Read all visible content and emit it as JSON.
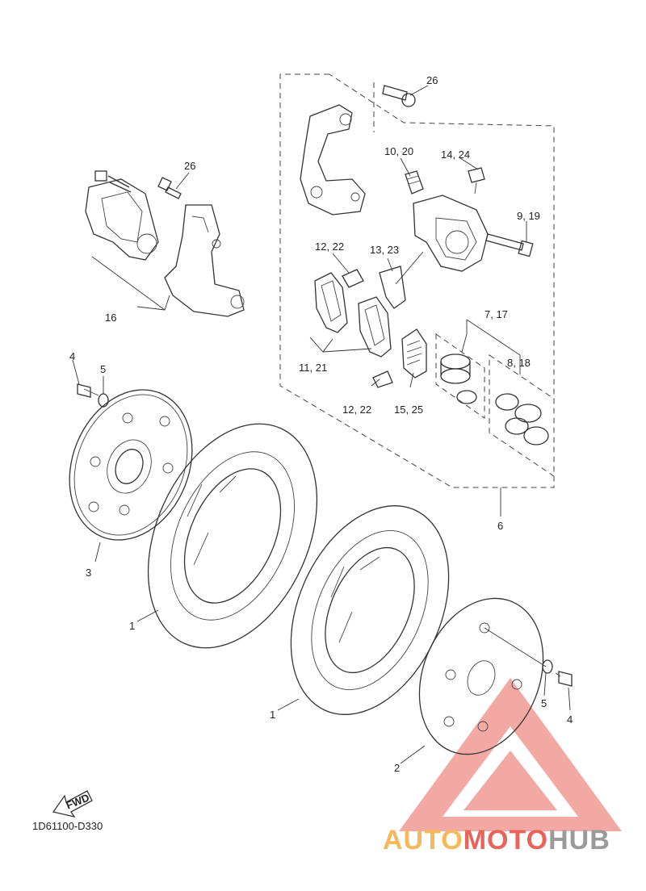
{
  "labels": {
    "l26a": "26",
    "l26b": "26",
    "l10_20": "10, 20",
    "l14_24": "14, 24",
    "l9_19": "9, 19",
    "l12_22a": "12, 22",
    "l13_23": "13, 23",
    "l7_17": "7, 17",
    "l8_18": "8, 18",
    "l11_21": "11, 21",
    "l12_22b": "12, 22",
    "l15_25": "15, 25",
    "l16": "16",
    "l6": "6",
    "l4a": "4",
    "l5a": "5",
    "l3": "3",
    "l1a": "1",
    "l1b": "1",
    "l2": "2",
    "l5b": "5",
    "l4b": "4"
  },
  "fwd_text": "FWD",
  "diagram_code": "1D61100-D330",
  "watermark": {
    "part1": "AUTO",
    "part2": "MOTO",
    "part3": "HUB",
    "color_orange": "#f5b85a",
    "color_red": "#e8635a",
    "color_gray": "#9a9a9a"
  }
}
